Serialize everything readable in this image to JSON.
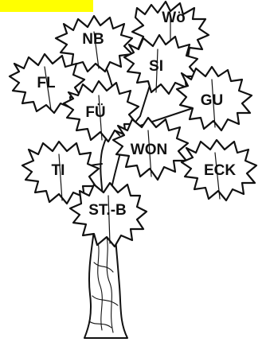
{
  "highlight_color": "#ffff00",
  "line_color": "#111111",
  "leaves": [
    {
      "id": "wo",
      "label": "Wö"
    },
    {
      "id": "nb",
      "label": "NB"
    },
    {
      "id": "si",
      "label": "SI"
    },
    {
      "id": "fl",
      "label": "FL"
    },
    {
      "id": "fu",
      "label": "FÜ"
    },
    {
      "id": "gu",
      "label": "GU"
    },
    {
      "id": "won",
      "label": "WON"
    },
    {
      "id": "eck",
      "label": "ECK"
    },
    {
      "id": "ti",
      "label": "TI"
    },
    {
      "id": "stb",
      "label": "ST.-B"
    }
  ]
}
